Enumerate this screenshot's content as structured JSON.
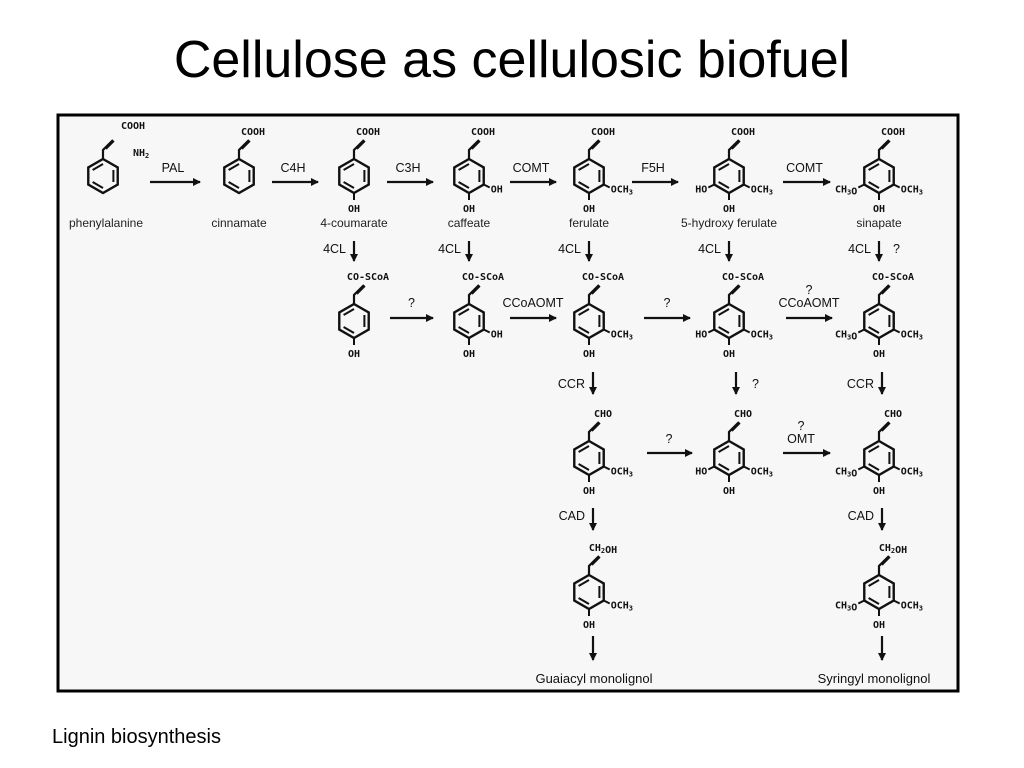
{
  "title": "Cellulose as cellulosic biofuel",
  "caption": "Lignin biosynthesis",
  "diagram": {
    "compounds": [
      "phenylalanine",
      "cinnamate",
      "4-coumarate",
      "caffeate",
      "ferulate",
      "5-hydroxy ferulate",
      "sinapate"
    ],
    "products": [
      "Guaiacyl monolignol",
      "Syringyl monolignol"
    ],
    "enzymes": {
      "pal": "PAL",
      "c4h": "C4H",
      "c3h": "C3H",
      "comt": "COMT",
      "f5h": "F5H",
      "fourcl": "4CL",
      "ccoaomt": "CCoAOMT",
      "ccr": "CCR",
      "cad": "CAD",
      "omt": "OMT",
      "unknown": "?"
    },
    "groups": {
      "cooh": "COOH",
      "nh2": "NH",
      "sub2": "2",
      "oh": "OH",
      "ho": "HO",
      "och3": "OCH",
      "ch3o": "CH",
      "sub3": "3",
      "coscoa": "CO-SCoA",
      "cho": "CHO",
      "ch2oh": "CH",
      "oh_suffix": "OH",
      "o": "O"
    }
  }
}
